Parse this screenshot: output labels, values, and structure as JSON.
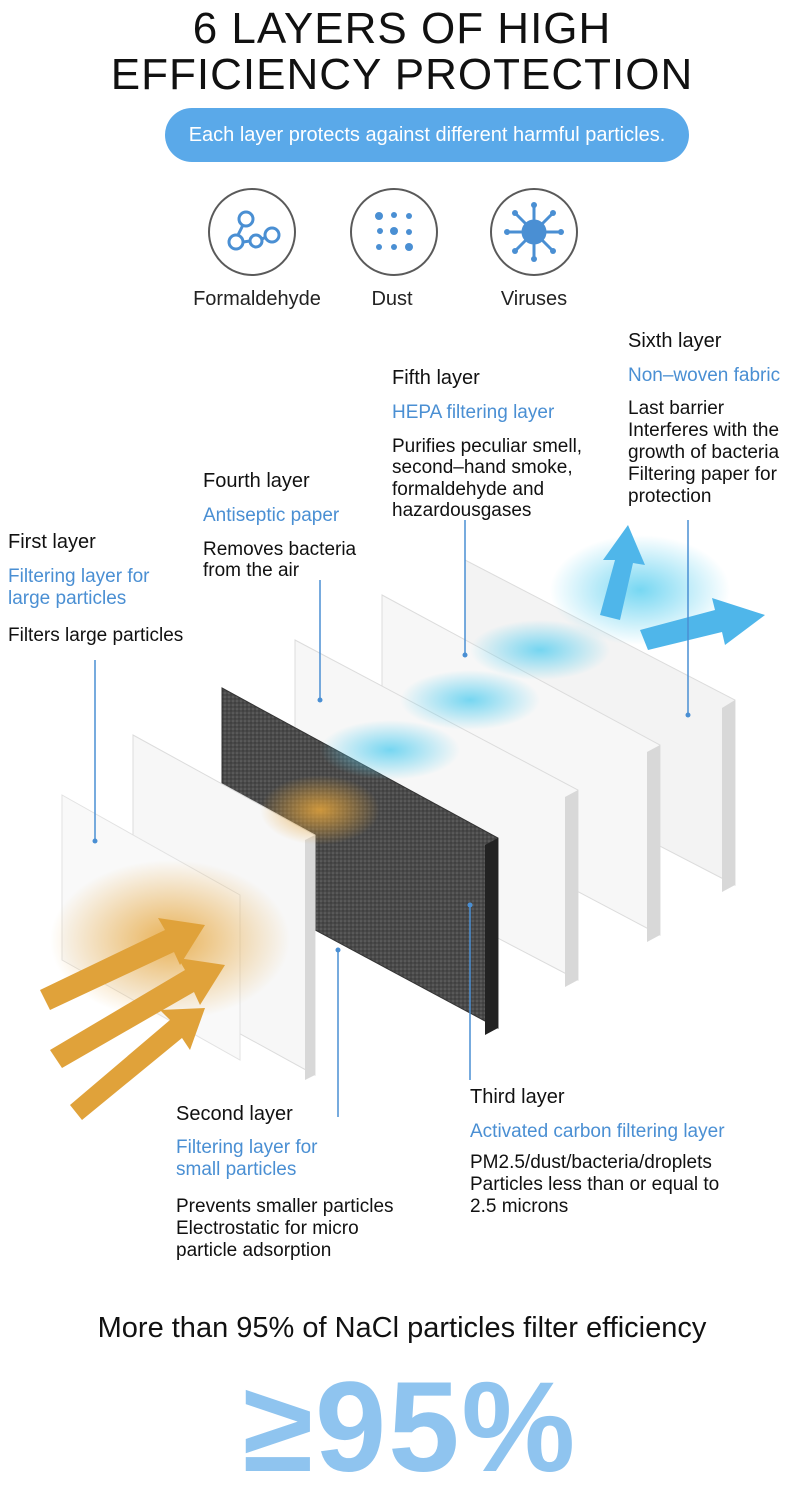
{
  "header": {
    "title_line1": "6 LAYERS OF HIGH",
    "title_line2": "EFFICIENCY PROTECTION",
    "pill_text": "Each layer protects against different harmful particles."
  },
  "icons": [
    {
      "icon": "molecule-icon",
      "label": "Formaldehyde"
    },
    {
      "icon": "dust-icon",
      "label": "Dust"
    },
    {
      "icon": "virus-icon",
      "label": "Viruses"
    }
  ],
  "layers": {
    "first": {
      "title": "First layer",
      "sub": "Filtering layer for large particles",
      "sub1": "Filtering layer for",
      "sub2": "large particles",
      "desc1": "Filters large particles"
    },
    "second": {
      "title": "Second layer",
      "sub1": "Filtering layer for",
      "sub2": "small particles",
      "desc1": "Prevents smaller particles",
      "desc2": "Electrostatic for micro",
      "desc3": "particle adsorption"
    },
    "third": {
      "title": "Third layer",
      "sub1": "Activated carbon filtering layer",
      "desc1": "PM2.5/dust/bacteria/droplets",
      "desc2": "Particles less than or equal to",
      "desc3": "2.5 microns"
    },
    "fourth": {
      "title": "Fourth layer",
      "sub1": "Antiseptic paper",
      "desc1": "Removes bacteria",
      "desc2": "from the air"
    },
    "fifth": {
      "title": "Fifth layer",
      "sub1": "HEPA filtering layer",
      "desc1": "Purifies peculiar smell,",
      "desc2": "second–hand smoke,",
      "desc3": "formaldehyde and",
      "desc4": "hazardousgases"
    },
    "sixth": {
      "title": "Sixth layer",
      "sub1": "Non–woven fabric",
      "desc1": "Last barrier",
      "desc2": "Interferes with the",
      "desc3": "growth of bacteria",
      "desc4": "Filtering paper for",
      "desc5": "protection"
    }
  },
  "footer": {
    "efficiency_text": "More than 95% of NaCl particles filter efficiency",
    "big_value": "≥95%"
  },
  "colors": {
    "accent_blue": "#5aa9e9",
    "text_blue": "#4a8fd3",
    "air_orange": "#e6a53a",
    "air_cyan": "#5fd0f0"
  }
}
